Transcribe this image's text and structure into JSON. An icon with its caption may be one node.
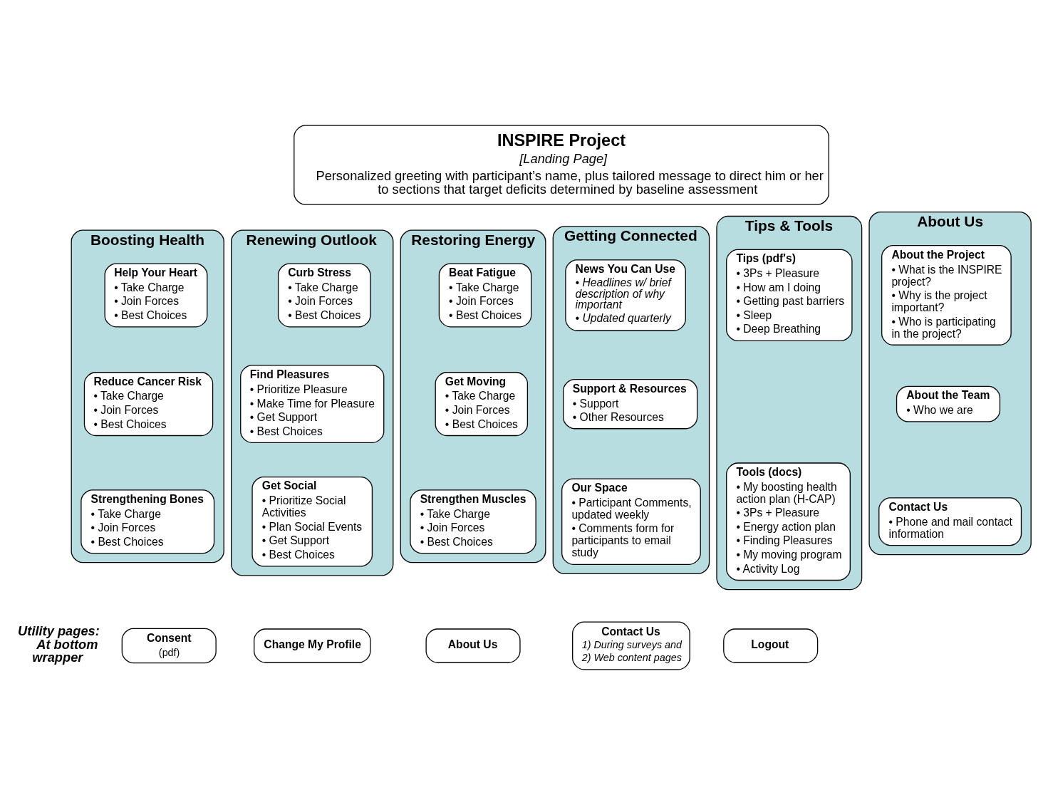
{
  "diagram": {
    "nodes": [
      {
        "text": [
          "INSPIRE Project",
          "[Landing Page]",
          "Personalized greeting with participant’s name, plus tailored message to direct him or her to sections that target deficits determined by baseline assessment"
        ]
      },
      {
        "text": [
          "Boosting Health"
        ]
      },
      {
        "text": [
          "Help Your Heart",
          "• Take Charge",
          "• Join Forces",
          "• Best Choices"
        ],
        "in": 1
      },
      {
        "text": [
          "Reduce Cancer Risk",
          "• Take Charge",
          "• Join Forces",
          "• Best Choices"
        ],
        "in": 1
      },
      {
        "text": [
          "Strengthening Bones",
          "• Take Charge",
          "• Join Forces",
          "• Best Choices"
        ],
        "in": 1
      },
      {
        "text": [
          "Renewing Outlook"
        ]
      },
      {
        "text": [
          "Curb Stress",
          "• Take Charge",
          "• Join Forces",
          "• Best Choices"
        ],
        "in": 5
      },
      {
        "text": [
          "Find Pleasures",
          "• Prioritize Pleasure",
          "• Make Time for Pleasure",
          "• Get Support",
          "• Best Choices"
        ],
        "in": 5
      },
      {
        "text": [
          "Get Social",
          "• Prioritize Social Activities",
          "• Plan Social Events",
          "• Get Support",
          "• Best Choices"
        ],
        "in": 5
      },
      {
        "text": [
          "Restoring Energy"
        ]
      },
      {
        "text": [
          "Beat Fatigue",
          "• Take Charge",
          "• Join Forces",
          "• Best Choices"
        ],
        "in": 9
      },
      {
        "text": [
          "Get Moving",
          "• Take Charge",
          "• Join Forces",
          "• Best Choices"
        ],
        "in": 9
      },
      {
        "text": [
          "Strengthen Muscles",
          "• Take Charge",
          "• Join Forces",
          "• Best Choices"
        ],
        "in": 9
      },
      {
        "text": [
          "Getting Connected"
        ]
      },
      {
        "text": [
          "News You Can Use",
          "• Headlines w/ brief description of why important",
          "• Updated quarterly"
        ],
        "in": 13
      },
      {
        "text": [
          "Support & Resources",
          "• Support",
          "• Other Resources"
        ],
        "in": 13
      },
      {
        "text": [
          "Our Space",
          "• Participant Comments, updated weekly",
          "• Comments form for participants to email study"
        ],
        "in": 13
      },
      {
        "text": [
          "Tips & Tools"
        ]
      },
      {
        "text": [
          "Tips (pdf's)",
          "• 3Ps + Pleasure",
          "• How am I doing",
          "• Getting past barriers",
          "• Sleep",
          "• Deep Breathing"
        ],
        "in": 17
      },
      {
        "text": [
          "Tools (docs)",
          "• My boosting health action plan (H-CAP)",
          "• 3Ps + Pleasure",
          "• Energy action plan",
          "• Finding Pleasures",
          "• My moving program",
          "• Activity Log"
        ],
        "in": 17
      },
      {
        "text": [
          "About Us"
        ]
      },
      {
        "text": [
          "About the Project",
          "• What is the INSPIRE project?",
          "• Why is the project important?",
          "• Who is participating in the project?"
        ],
        "in": 20
      },
      {
        "text": [
          "About the Team",
          "• Who we are"
        ],
        "in": 20
      },
      {
        "text": [
          "Contact Us",
          "• Phone and mail contact information"
        ],
        "in": 20
      },
      {
        "text": [
          "Consent",
          "(pdf)"
        ]
      },
      {
        "text": [
          "Change My Profile"
        ]
      },
      {
        "text": [
          "About Us"
        ]
      },
      {
        "text": [
          "Contact Us",
          "1) During surveys and",
          "2) Web content pages"
        ]
      },
      {
        "text": [
          "Logout"
        ]
      }
    ],
    "edges": [],
    "labels": [
      "Utility pages: At bottom wrapper"
    ]
  }
}
